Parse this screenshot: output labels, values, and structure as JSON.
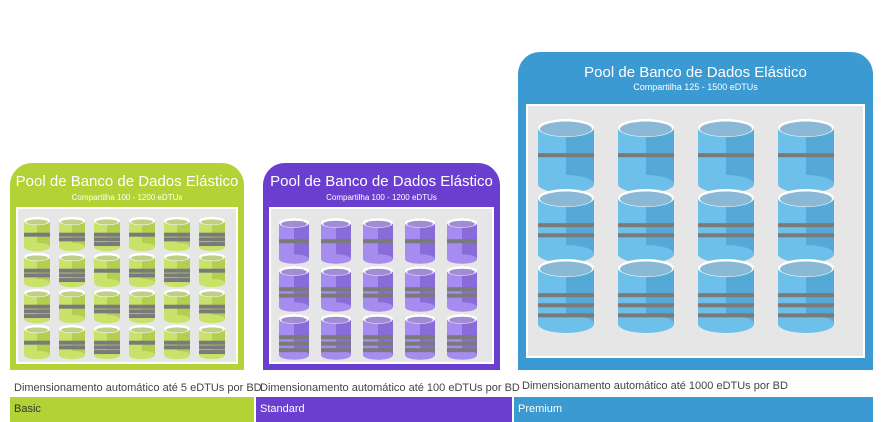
{
  "tiers": [
    {
      "id": "basic",
      "pool_title": "Pool de Banco de Dados Elástico",
      "pool_subtitle": "Compartilha 100 - 1200 eDTUs",
      "caption": "Dimensionamento automático até 5 eDTUs por BD",
      "label": "Basic",
      "color": "#b2d235",
      "color_light": "#c9e36a",
      "color_dark": "#8aa81f"
    },
    {
      "id": "standard",
      "pool_title": "Pool de Banco de Dados Elástico",
      "pool_subtitle": "Compartilha 100 - 1200 eDTUs",
      "caption": "Dimensionamento automático até 100 eDTUs por BD",
      "label": "Standard",
      "color": "#6a3fcf",
      "color_light": "#a68cef",
      "color_dark": "#5530b0"
    },
    {
      "id": "premium",
      "pool_title": "Pool de Banco de Dados Elástico",
      "pool_subtitle": "Compartilha 125 - 1500 eDTUs",
      "caption": "Dimensionamento automático até 1000 eDTUs por BD",
      "label": "Premium",
      "color": "#3a9ad1",
      "color_light": "#6cc0ea",
      "color_dark": "#2a7fb3"
    }
  ]
}
